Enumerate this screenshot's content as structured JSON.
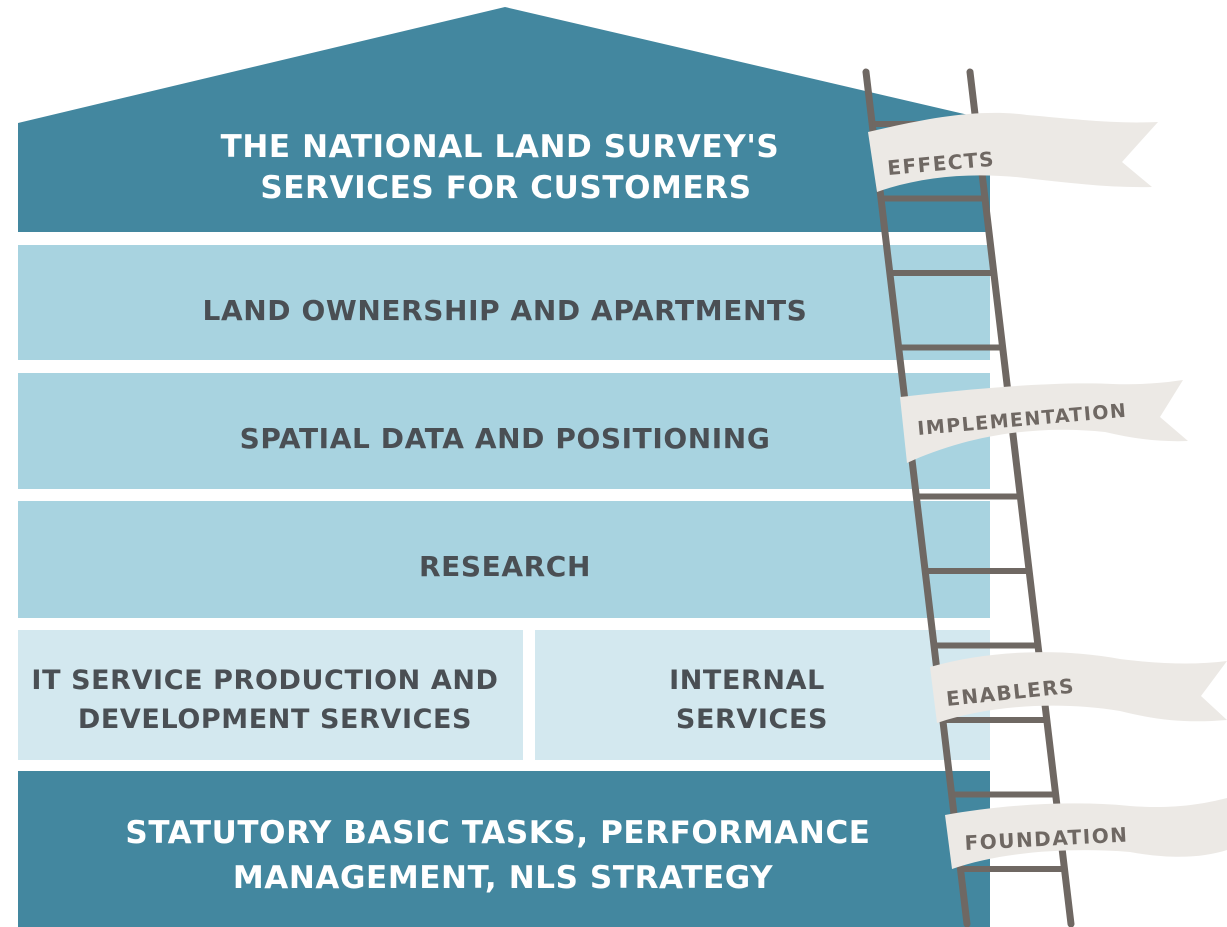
{
  "levels": {
    "roof": {
      "line1": "THE NATIONAL LAND SURVEY'S",
      "line2": "SERVICES FOR CUSTOMERS"
    },
    "ownership": {
      "label": "LAND OWNERSHIP AND APARTMENTS"
    },
    "spatial": {
      "label": "SPATIAL DATA AND POSITIONING"
    },
    "research": {
      "label": "RESEARCH"
    },
    "it": {
      "line1": "IT SERVICE PRODUCTION AND",
      "line2": "DEVELOPMENT SERVICES"
    },
    "internal": {
      "line1": "INTERNAL",
      "line2": "SERVICES"
    },
    "foundation": {
      "line1": "STATUTORY BASIC TASKS, PERFORMANCE",
      "line2": "MANAGEMENT, NLS STRATEGY"
    }
  },
  "flags": {
    "effects": "EFFECTS",
    "implementation": "IMPLEMENTATION",
    "enablers": "ENABLERS",
    "foundation": "FOUNDATION"
  },
  "colors": {
    "dark_teal": "#43879F",
    "medium_blue": "#A8D3E0",
    "light_blue": "#D3E8EF",
    "text_white": "#FFFFFF",
    "text_grey": "#4A4F54",
    "ladder": "#6F6863",
    "flag": "#ECE9E5"
  }
}
